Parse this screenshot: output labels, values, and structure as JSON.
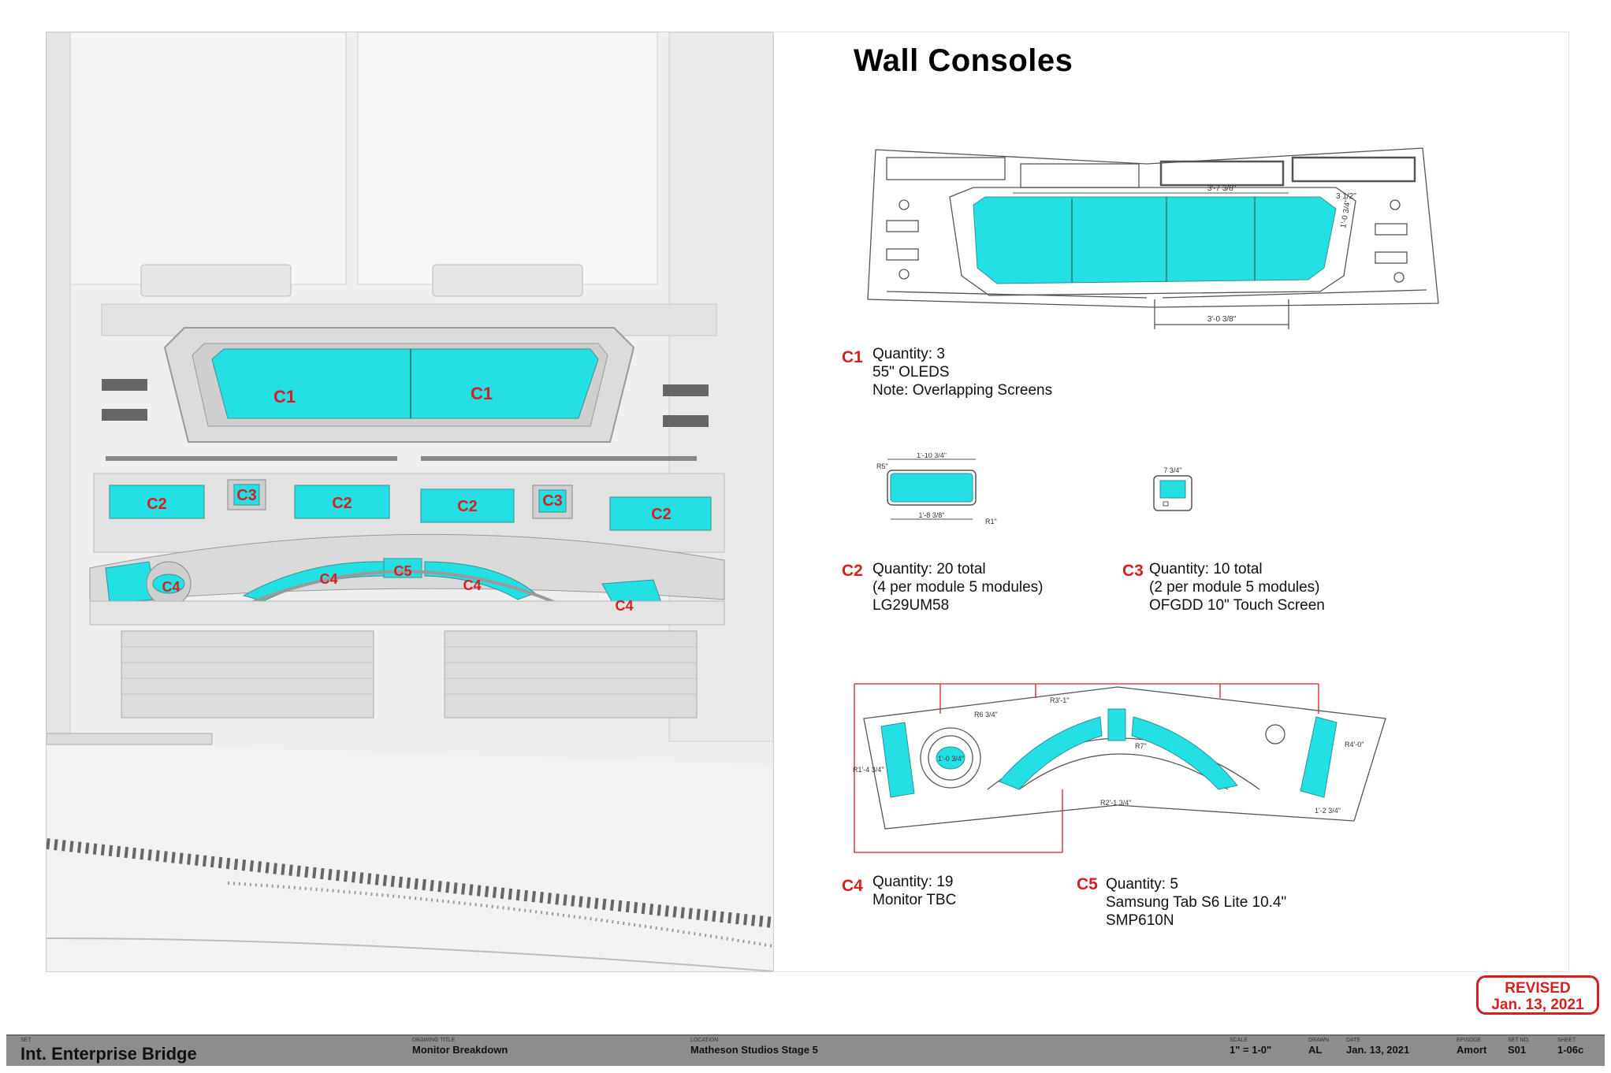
{
  "page_title": "Wall Consoles",
  "render_labels": {
    "c1a": "C1",
    "c1b": "C1",
    "c2a": "C2",
    "c2b": "C2",
    "c2c": "C2",
    "c2d": "C2",
    "c2e": "C2",
    "c3a": "C3",
    "c3b": "C3",
    "c4a": "C4",
    "c4b": "C4",
    "c4c": "C4",
    "c4d": "C4",
    "c5": "C5"
  },
  "drawing_dims": {
    "c1_width": "3'-7 3/8\"",
    "c1_height": "1'-0 3/4\"",
    "c1_depth": "3 1/2\"",
    "c1_base": "3'-0 3/8\"",
    "c2_width": "1'-10 3/4\"",
    "c2_inner": "1'-8 3/8\"",
    "c2_r5": "R5\"",
    "c2_r1": "R1\"",
    "c3_width": "7 3/4\"",
    "c4_r1": "R1'-4 3/4\"",
    "c4_r6": "R6 3/4\"",
    "c4_r31": "R3'-1\"",
    "c4_r21": "R2'-1 3/4\"",
    "c4_r4": "R4'-0\"",
    "c4_r7": "R7\"",
    "c4_circle": "1'-0 3/4\"",
    "c4_12": "1'-2 3/4\""
  },
  "specs": {
    "c1": {
      "code": "C1",
      "lines": [
        "Quantity: 3",
        "55\" OLEDS",
        "Note: Overlapping Screens"
      ]
    },
    "c2": {
      "code": "C2",
      "lines": [
        "Quantity: 20 total",
        "(4 per module 5 modules)",
        "LG29UM58"
      ]
    },
    "c3": {
      "code": "C3",
      "lines": [
        "Quantity: 10 total",
        "(2 per module 5 modules)",
        "OFGDD 10\" Touch Screen"
      ]
    },
    "c4": {
      "code": "C4",
      "lines": [
        "Quantity: 19",
        "Monitor TBC"
      ]
    },
    "c5": {
      "code": "C5",
      "lines": [
        "Quantity: 5",
        "Samsung Tab S6 Lite 10.4\"",
        "SMP610N"
      ]
    }
  },
  "revised": {
    "line1": "REVISED",
    "line2": "Jan. 13, 2021"
  },
  "title_block": {
    "set_caption": "Set",
    "set_name": "Int. Enterprise Bridge",
    "drawing_title_caption": "Drawing Title",
    "drawing_title": "Monitor Breakdown",
    "location_caption": "Location",
    "location": "Matheson Studios Stage 5",
    "scale_caption": "Scale",
    "scale": "1\" = 1-0\"",
    "drawn_caption": "Drawn",
    "drawn": "AL",
    "date_caption": "Date",
    "date": "Jan. 13, 2021",
    "episode_caption": "Episode",
    "episode": "Amort",
    "set_no_caption": "Set No.",
    "set_no": "S01",
    "sheet_caption": "Sheet",
    "sheet": "1-06c"
  },
  "colors": {
    "screen": "#22e0e4",
    "accent": "#d32020",
    "line": "#555555"
  }
}
